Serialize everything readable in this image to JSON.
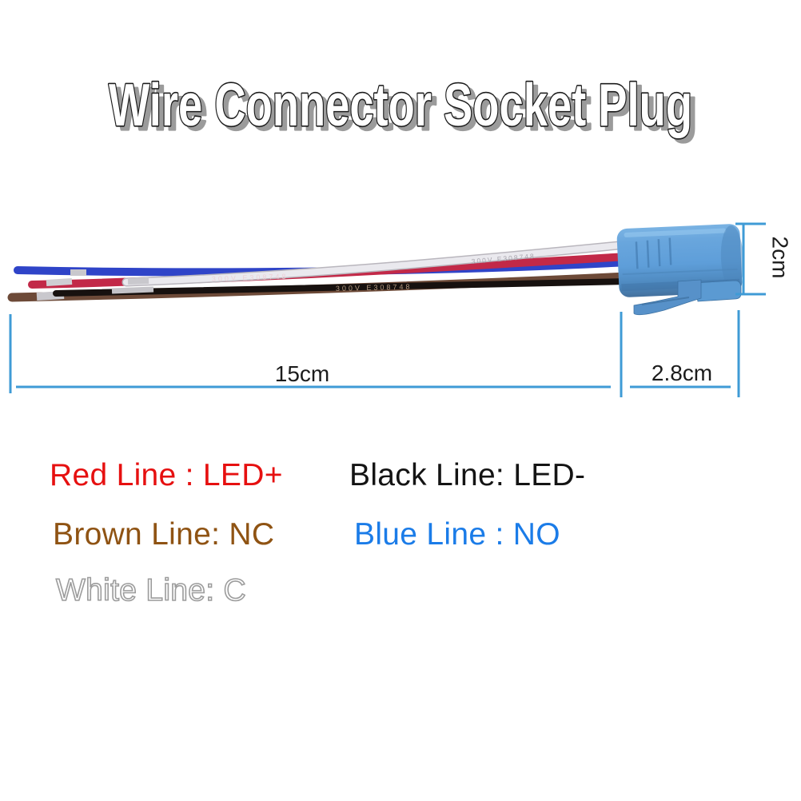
{
  "background_color": "#ffffff",
  "title": "Wire Connector Socket Plug",
  "figure": {
    "wires": [
      {
        "name": "white-wire",
        "color": "#eae9ee"
      },
      {
        "name": "red-wire",
        "color": "#c22948"
      },
      {
        "name": "blue-wire",
        "color": "#2f44c8"
      },
      {
        "name": "brown-wire",
        "color": "#6d4a38"
      },
      {
        "name": "black-wire",
        "color": "#17110f"
      }
    ],
    "wire_print": "300V E308748",
    "connector": {
      "name": "blue-socket-plug",
      "color": "#5e9ed9"
    }
  },
  "dimensions": {
    "wire_length_label": "15cm",
    "connector_length_label": "2.8cm",
    "connector_height_label": "2cm",
    "line_color": "#3f9bd6"
  },
  "legend": {
    "red": {
      "label": "Red Line : LED+",
      "color": "#e61010"
    },
    "black": {
      "label": "Black Line: LED-",
      "color": "#141414"
    },
    "brown": {
      "label": "Brown Line: NC",
      "color": "#8f5313"
    },
    "blue": {
      "label": "Blue Line : NO",
      "color": "#1b7ce8"
    },
    "white": {
      "label": "White Line: C",
      "color": "#ffffff",
      "outline_color": "#9a9a9a"
    }
  }
}
